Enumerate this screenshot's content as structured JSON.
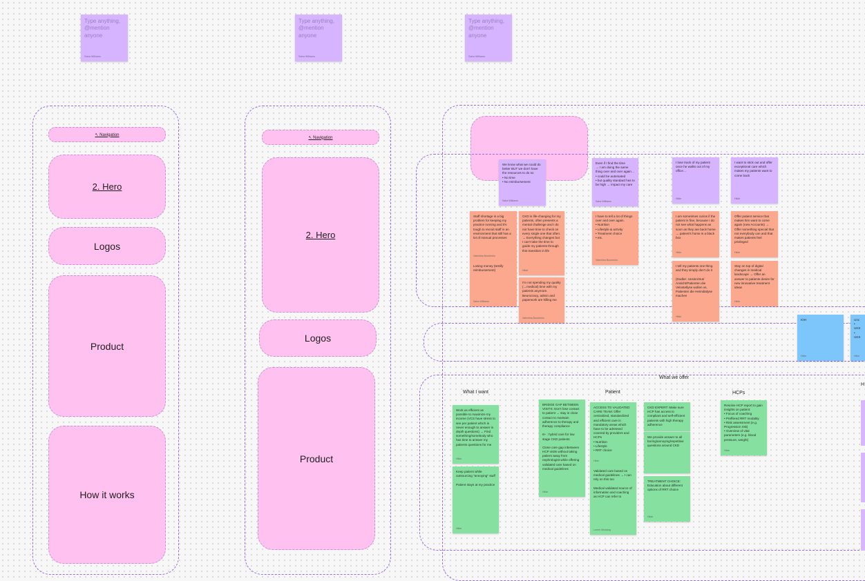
{
  "top_notes": [
    {
      "text": "Type anything, @mention anyone",
      "author": "Saira Williams"
    },
    {
      "text": "Type anything, @mention anyone",
      "author": "Saira Williams"
    },
    {
      "text": "Type anything, @mention anyone",
      "author": "Saira Williams"
    }
  ],
  "wire1": {
    "nav": "↖ Navigation",
    "hero": "2. Hero",
    "logos": "Logos",
    "product": "Product",
    "how": "How it works"
  },
  "wire2": {
    "nav": "↖ Navigation",
    "hero": "2. Hero",
    "logos": "Logos",
    "product": "Product"
  },
  "pain_notes": {
    "p1": {
      "text": "We know what we could do better BUT we don't have the resources to do so\n  • No time\n  • No reimbursement",
      "author": "Saira Williams"
    },
    "p2": {
      "text": "Even if I find the time\n→ I am doing the same thing over and over again…\n  • could be automated\n  • but quality standard has to be high → impact my care",
      "author": "Saira Williams"
    },
    "p3": {
      "text": "I lose track of my patient once he walks out of my office…",
      "author": "Hilde"
    },
    "p4": {
      "text": "I want to stick out and offer exceptional care which makes my patients want to come back",
      "author": "Hilde"
    },
    "s1": {
      "text": "Staff shortage is a big problem for keeping my practice running and it's tough to recruit staff in an environment that still has a lot of manual processes",
      "author": "Valentina Bourlenko"
    },
    "s2": {
      "text": "CKD is life-changing for my patients, often presents a mental challenge and I do not have time to check on every single one that often.\n→ Everything changes but I can't take the time to guide my patients through this transition in life",
      "author": "Hilde"
    },
    "s3": {
      "text": "I have to tell a lot of things over and over again.\n  • Nutrition\n  • Lifestyle & activity\n  • Treatment choice\n  • etc.",
      "author": "Valentina Bourlenko"
    },
    "s4": {
      "text": "I am sometimes curios if the patient is fine, because I do not see what happens as soon as they are back home → patient's home is a black box",
      "author": "Hilde"
    },
    "s5": {
      "text": "Offer patient service that makes him want to come again (new Accounts) → Offer something special that not everybody can and that makes patients feel privileged",
      "author": "Hilde"
    },
    "s6": {
      "text": "Losing money (testify reimbursement)",
      "author": "Saira Williams"
    },
    "s7": {
      "text": "I'm not spending my quality (→medical) time with my patients anymore. Beurocracy, admin and paperwork are killing me",
      "author": "Valentina Bourlenko"
    },
    "s8": {
      "text": "I tell my patients one thing and they simply don't do it\n\n(Dodler: Unsinn/Sut/ Ansicht/Patienten die Velostellyse wollen vs. Patienten die Heimdialyse machen",
      "author": "Hilde"
    },
    "s9": {
      "text": "Stay on top of digital changes in medical landscape → Offer an answer to patients desire for new innovative treatment ideas",
      "author": "Hilde"
    }
  },
  "blue_notes": [
    {
      "text": "IOH",
      "author": "Hilde"
    },
    {
      "text": "Unc\n  • UKS\n  • UKS",
      "author": "Hilde"
    }
  ],
  "offer": {
    "title": "What we offer",
    "col_want": "What I want",
    "col_patient": "Patient",
    "col_hcps": "HCPs",
    "col_h": "H",
    "g1": {
      "text": "Work as efficient as possible to maximize my income (VCS have stress to see per patient which is never enough to answer in depth questions) → Find something/somebody who has time to answer my patients questions for me",
      "author": "Hilde"
    },
    "g2": {
      "text": "Keep patient while outsourcing \"annoying\" stuff\n\nPatient stays at my practice",
      "author": "Hilde"
    },
    "g3": {
      "text": "BRIDGE GAP BETWEEN VISITS: Don't lose contact to patient → stay in close contact to maintain adherence to therapy and therapy compliance\n\n6+ : hybrid care for low stage CKD patients\n\nClose care gap inbetween HCP visits without taking patient away from nephrologist while offering validated care based on medical guidelines",
      "author": "Hilde"
    },
    "g4": {
      "text": "ACCESS TO VALIDATED CARE TEAM: Offer centralized, standardized and efficient care in mandatory areas which have to be adressed covered by providers and HCPs\n  • Nutrition\n  • Lifestyle\n  • RRT choice",
      "author": "Hilde"
    },
    "g5": {
      "text": "Validated care based on medical guidelines → I can rely on this too\n\nMedical validated source of information and coaching as HCP can refer to",
      "author": "Lorem Mustang"
    },
    "g6": {
      "text": "CKD EXPERT: Make sure HCP has access to compliant and self-efficient patients with high therapy adherence",
      "author": ""
    },
    "g7": {
      "text": "We provide answer to all boring/annoying/repetitive questions around CKD",
      "author": ""
    },
    "g8": {
      "text": "TREATMENT CHOICE: Education about different options of RRT choice",
      "author": "Hilde"
    },
    "g9": {
      "text": "Resolve HCP report to gain insights on patient:\n  • Focus of coaching\n  • Preffered RRT modality\n  • Risk assessment (e.g. Progression risk)\n  • Overview of vital parameters (e.g. blood pressure, weight)",
      "author": "Hilde"
    }
  },
  "colors": {
    "pink": "#ffc1ef",
    "purple": "#d6b4ff",
    "salmon": "#fba88f",
    "green": "#86e1a0",
    "blue": "#7dc6fb",
    "dashed": "#9a6ae0"
  }
}
